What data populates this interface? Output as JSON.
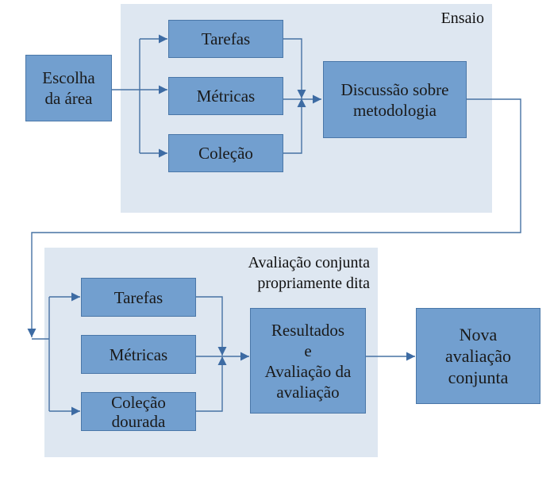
{
  "diagram": {
    "colors": {
      "box_fill": "#729fcf",
      "box_border": "#4a77a8",
      "panel_fill": "#dee7f1",
      "connector": "#4672a4",
      "text": "#1a1a1a"
    },
    "start": {
      "label": "Escolha\nda área"
    },
    "ensaio": {
      "title": "Ensaio",
      "inputs": [
        {
          "label": "Tarefas"
        },
        {
          "label": "Métricas"
        },
        {
          "label": "Coleção"
        }
      ],
      "output": {
        "label": "Discussão sobre\nmetodologia"
      }
    },
    "avaliacao": {
      "title": "Avaliação conjunta\npropriamente dita",
      "inputs": [
        {
          "label": "Tarefas"
        },
        {
          "label": "Métricas"
        },
        {
          "label": "Coleção\ndourada"
        }
      ],
      "output": {
        "label": "Resultados\ne\nAvaliação da\navaliação"
      }
    },
    "end": {
      "label": "Nova\navaliação\nconjunta"
    }
  }
}
